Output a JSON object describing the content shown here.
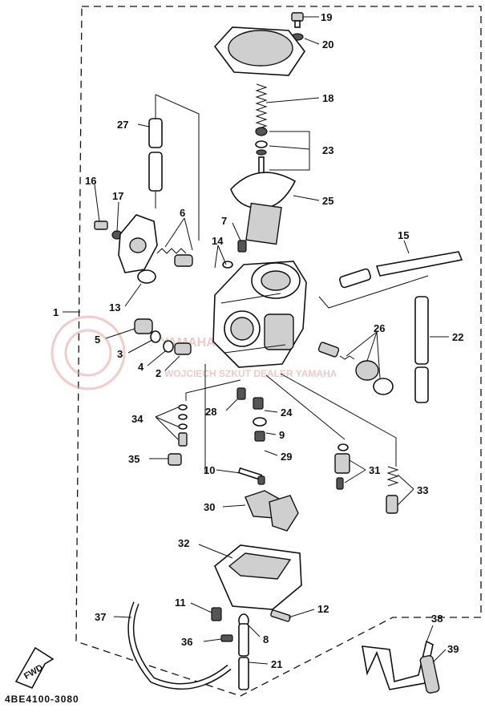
{
  "diagram": {
    "reference_code": "4BE4100-3080",
    "fwd_label": "FWD"
  },
  "watermark": {
    "top": "YAMAHA SKLEP.PL",
    "bottom": "WOJCIECH SZKUT DEALER YAMAHA"
  },
  "callouts": [
    "19",
    "20",
    "18",
    "23",
    "25",
    "27",
    "16",
    "17",
    "6",
    "7",
    "14",
    "13",
    "1",
    "5",
    "3",
    "4",
    "2",
    "15",
    "26",
    "22",
    "28",
    "24",
    "9",
    "29",
    "34",
    "35",
    "10",
    "31",
    "33",
    "30",
    "32",
    "11",
    "12",
    "37",
    "38",
    "8",
    "36",
    "39",
    "21"
  ]
}
